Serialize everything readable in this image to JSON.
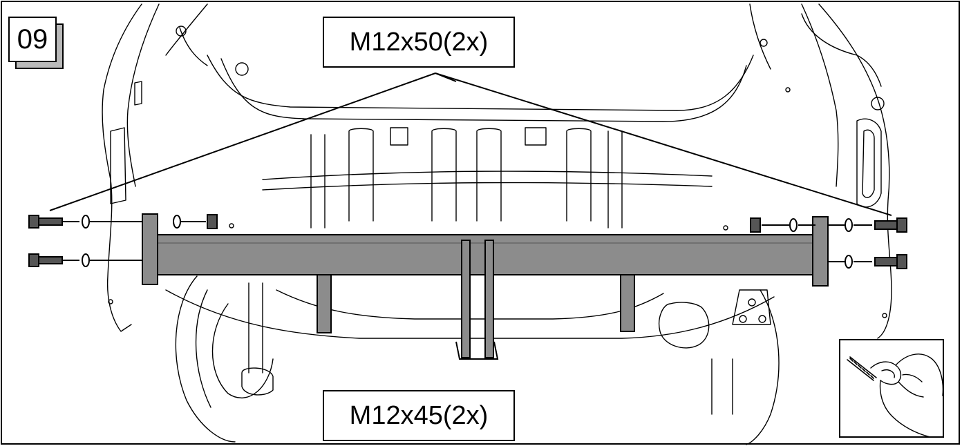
{
  "step": {
    "number": "09"
  },
  "callouts": {
    "top_bolt_label": "M12x50(2x)",
    "bottom_bolt_label": "M12x45(2x)"
  },
  "icons": {
    "upper_bolt": "hex-bolt-icon",
    "washer": "washer-icon",
    "nut": "hex-nut-icon",
    "thread_lock": "thread-locking-hand-icon"
  },
  "colors": {
    "crossbar_fill": "#8c8c8c",
    "badge_shadow": "#b9b9b9",
    "line": "#000000"
  }
}
